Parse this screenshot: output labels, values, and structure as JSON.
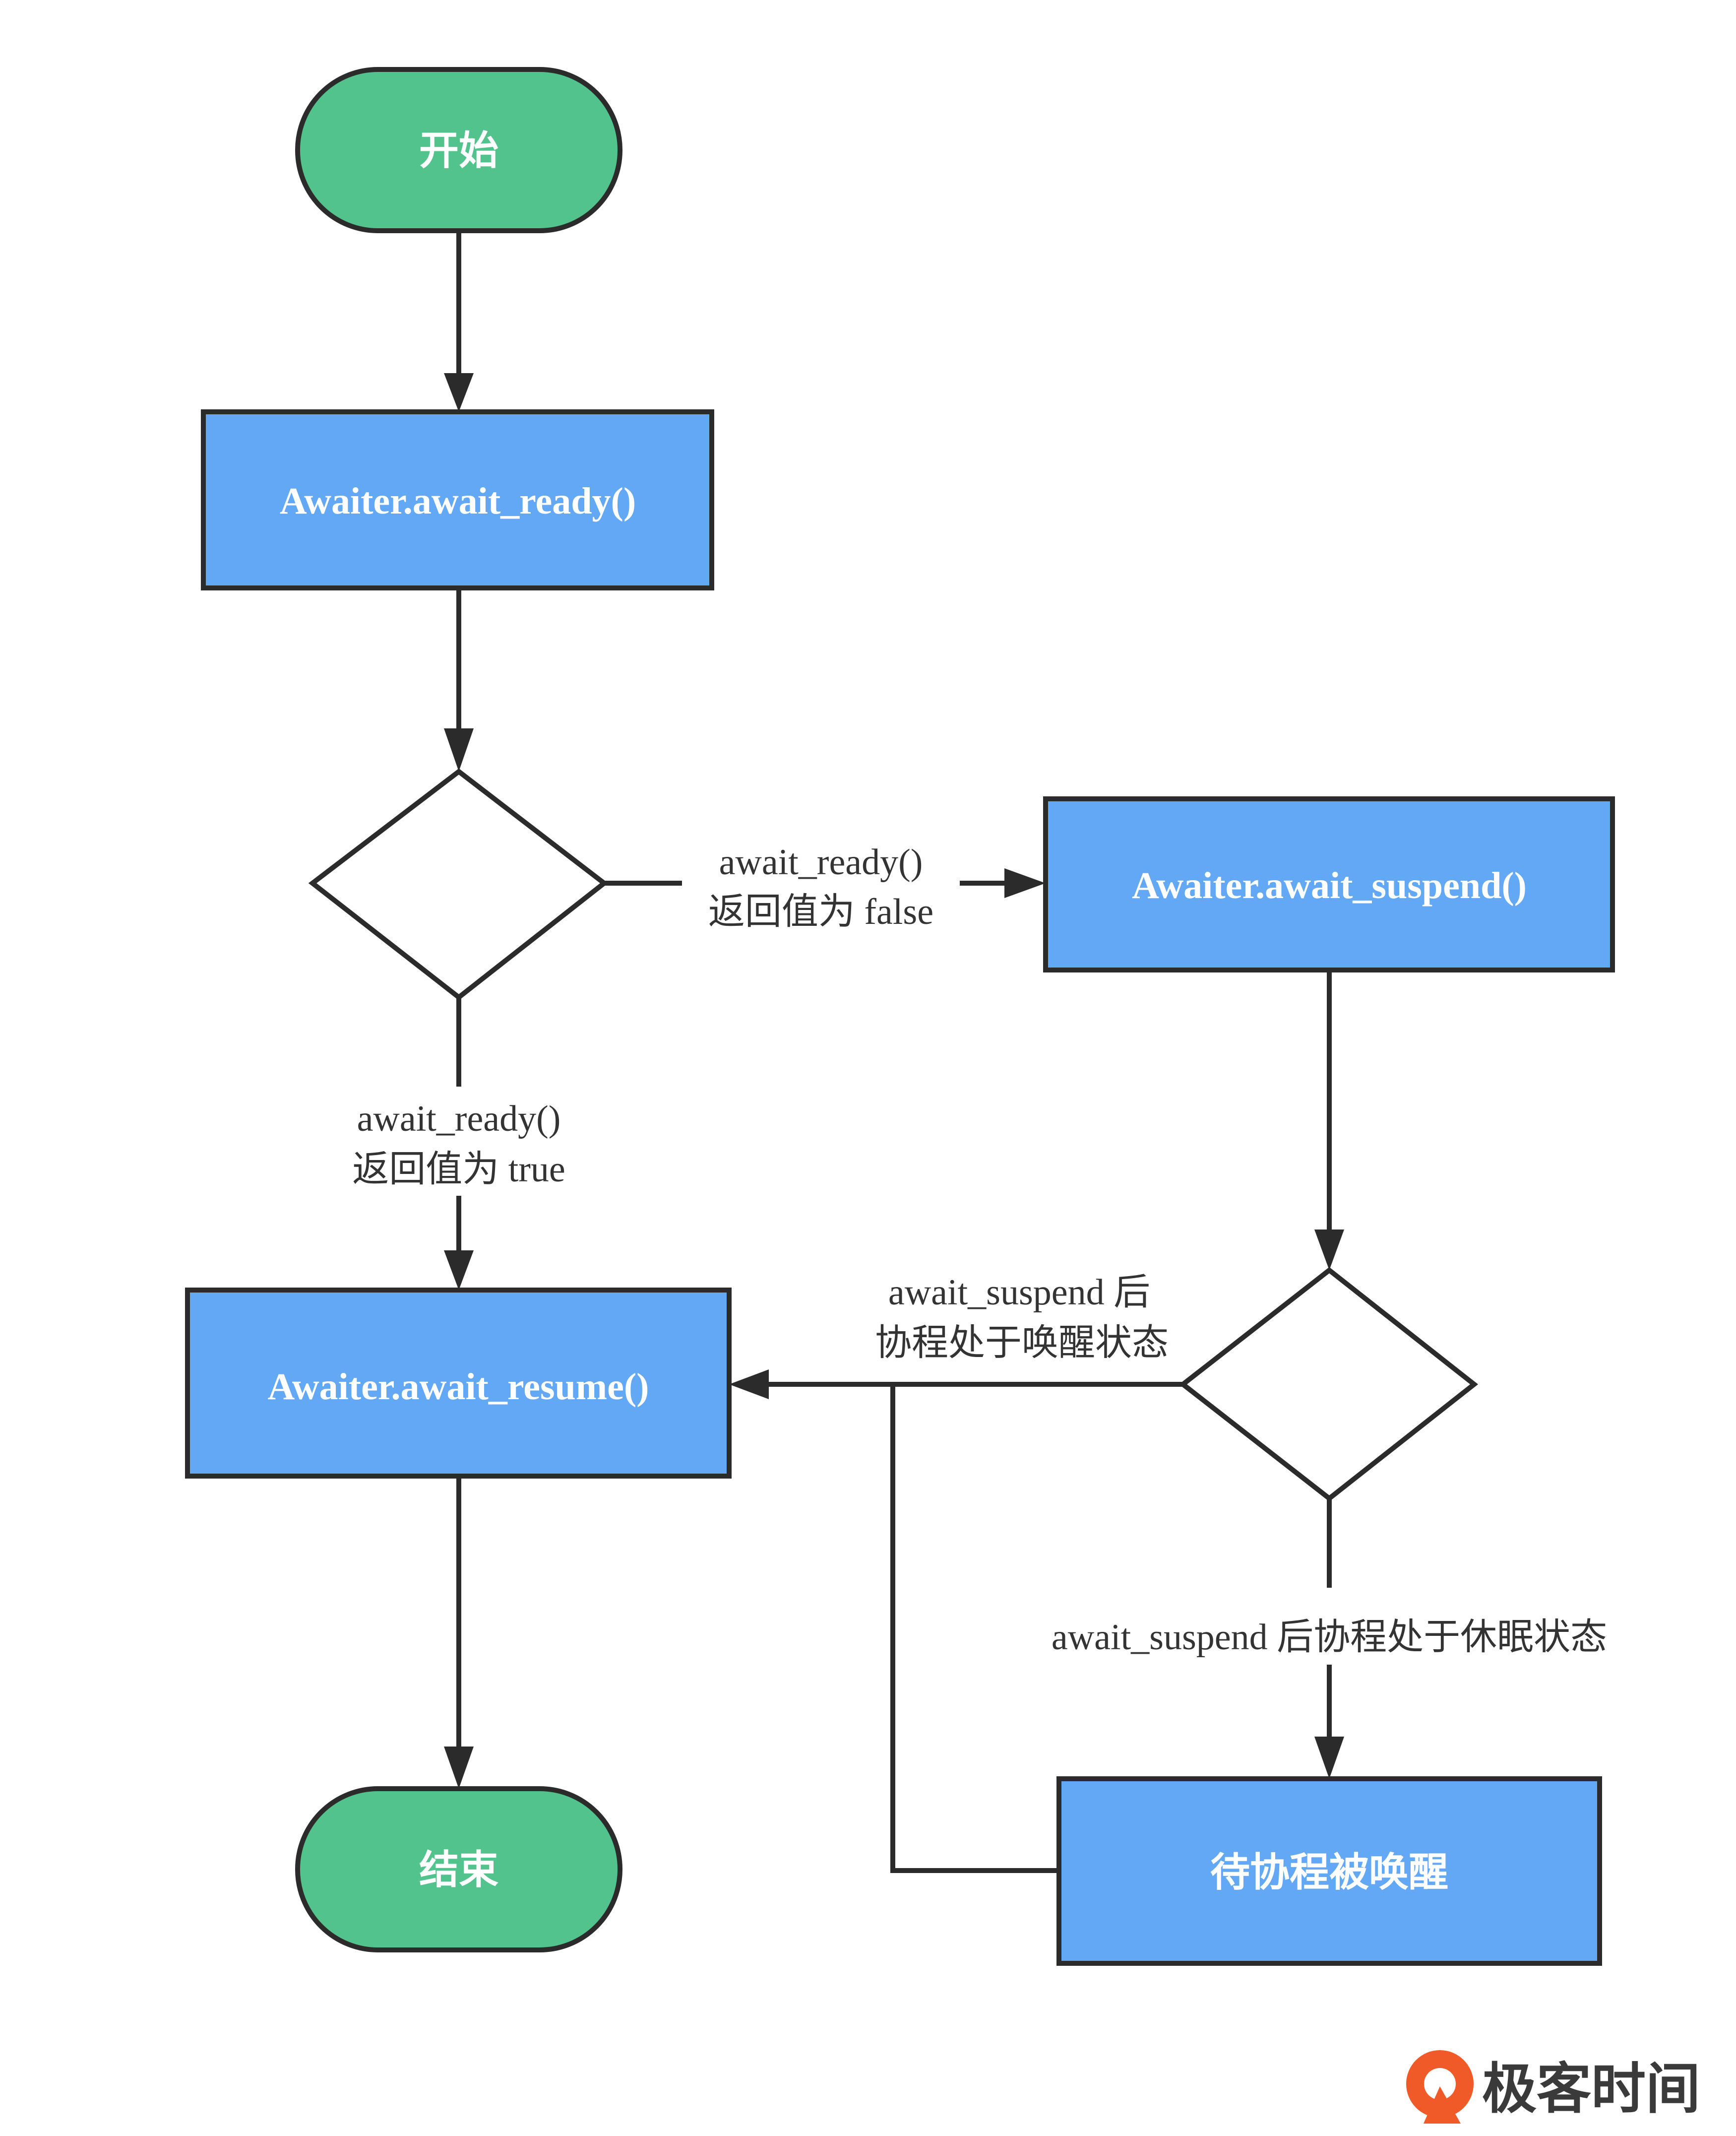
{
  "nodes": {
    "start": "开始",
    "await_ready": "Awaiter.await_ready()",
    "await_suspend": "Awaiter.await_suspend()",
    "await_resume": "Awaiter.await_resume()",
    "wait_resume": "待协程被唤醒",
    "end": "结束"
  },
  "edges": {
    "ready_false": [
      "await_ready()",
      "返回值为 false"
    ],
    "ready_true": [
      "await_ready()",
      "返回值为 true"
    ],
    "suspend_awake": [
      "await_suspend 后",
      "协程处于唤醒状态"
    ],
    "suspend_sleep": "await_suspend 后协程处于休眠状态"
  },
  "logo": {
    "text": "极客时间"
  },
  "colors": {
    "terminal": "#52C38C",
    "process": "#62A8F5",
    "decision": "#FFFFFF",
    "stroke": "#2B2B2B",
    "logo_accent": "#F05A28"
  }
}
